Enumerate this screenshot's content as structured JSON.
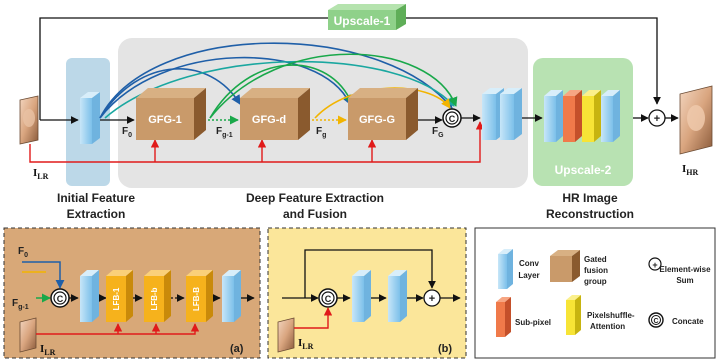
{
  "main": {
    "upscale1": "Upscale-1",
    "upscale2": "Upscale-2",
    "gfg1": "GFG-1",
    "gfgd": "GFG-d",
    "gfgG": "GFG-G",
    "f0_main": "F",
    "f0_sub": "0",
    "fg1_main": "F",
    "fg1_sub": "g-1",
    "fg_main": "F",
    "fg_sub": "g",
    "fG_main": "F",
    "fG_sub": "G",
    "ilr_main": "I",
    "ilr_sub": "LR",
    "ihr_main": "I",
    "ihr_sub": "HR",
    "initial_line1": "Initial Feature",
    "initial_line2": "Extraction",
    "deep_line1": "Deep Feature Extraction",
    "deep_line2": "and Fusion",
    "hr_line1": "HR Image",
    "hr_line2": "Reconstruction",
    "concat_symbol": "C",
    "sum_symbol": "+"
  },
  "panel_a": {
    "tag": "(a)",
    "f0_main": "F",
    "f0_sub": "0",
    "fg1_main": "F",
    "fg1_sub": "g-1",
    "lfb1": "LFB-1",
    "lfbb": "LFB-b",
    "lfbB": "LFB-B",
    "ilr_main": "I",
    "ilr_sub": "LR",
    "concat_symbol": "C"
  },
  "panel_b": {
    "tag": "(b)",
    "ilr_main": "I",
    "ilr_sub": "LR",
    "concat_symbol": "C",
    "sum_symbol": "+"
  },
  "legend": {
    "conv_l1": "Conv",
    "conv_l2": "Layer",
    "gated_l1": "Gated",
    "gated_l2": "fusion",
    "gated_l3": "group",
    "sum_l1": "Element-wise",
    "sum_l2": "Sum",
    "subpixel": "Sub-pixel",
    "psa_l1": "Pixelshuffle-",
    "psa_l2": "Attention",
    "concat": "Concate",
    "sum_symbol": "+",
    "concat_symbol": "C"
  },
  "colors": {
    "conv": "#9fd3f0",
    "gfg": "#c99a6a",
    "subpixel": "#f07a4a",
    "psa": "#f7e436",
    "lfb": "#f6b21c",
    "upscale": "#8fd18a",
    "red": "#e01a1a"
  }
}
